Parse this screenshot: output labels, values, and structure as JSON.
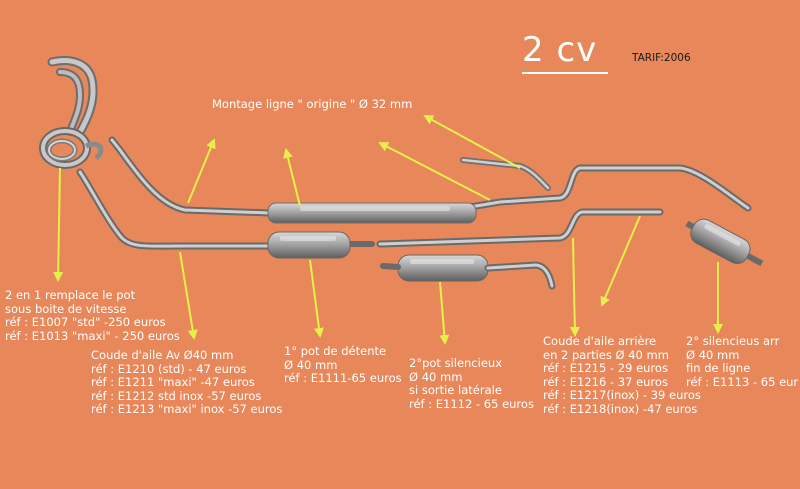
{
  "header": {
    "title": "2 cv",
    "tarif": "TARIF:2006"
  },
  "main_label": "Montage ligne \" origine \" Ø 32 mm",
  "parts": [
    {
      "lines": [
        "2 en 1 remplace le pot",
        "sous boite de vitesse",
        "réf : E1007 \"std\" -250 euros",
        "réf : E1013 \"maxi\" - 250 euros"
      ]
    },
    {
      "lines": [
        "Coude d'aile Av Ø40 mm",
        "réf : E1210 (std) - 47 euros",
        "réf : E1211 \"maxi\" -47 euros",
        "réf : E1212 std inox -57  euros",
        "réf : E1213 \"maxi\" inox -57 euros"
      ]
    },
    {
      "lines": [
        "1° pot de détente",
        "Ø 40 mm",
        "réf : E1111-65 euros"
      ]
    },
    {
      "lines": [
        "2°pot silencieux",
        "Ø 40 mm",
        "si sortie latérale",
        "réf : E1112 - 65 euros"
      ]
    },
    {
      "lines": [
        "Coude d'aile arrière",
        "en 2 parties Ø 40 mm",
        "réf : E1215 - 29 euros",
        "réf : E1216 - 37 euros",
        "réf : E1217(inox) - 39 euros",
        "réf : E1218(inox) -47 euros"
      ]
    },
    {
      "lines": [
        "2° silencieus arr",
        "Ø 40 mm",
        "fin de ligne",
        "réf : E1113 - 65 eur"
      ]
    }
  ],
  "colors": {
    "background": "#e8875a",
    "arrow": "#e6f04a",
    "pipe": "#b9b9b9",
    "text": "#ffffff"
  }
}
